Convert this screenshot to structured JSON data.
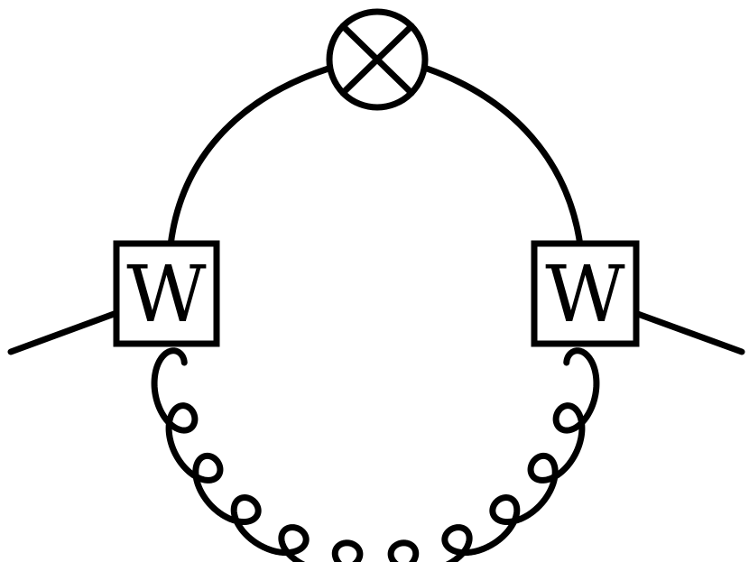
{
  "diagram": {
    "left_vertex": {
      "label": "W"
    },
    "right_vertex": {
      "label": "W"
    },
    "insertion": {
      "symbol": "otimes",
      "icon": "circle-cross-icon"
    },
    "propagators": {
      "upper_arc": "solid-line",
      "lower_arc": "gluon-coil",
      "external_left": "solid-line",
      "external_right": "solid-line"
    },
    "colors": {
      "stroke": "#000000",
      "background": "#ffffff"
    }
  }
}
